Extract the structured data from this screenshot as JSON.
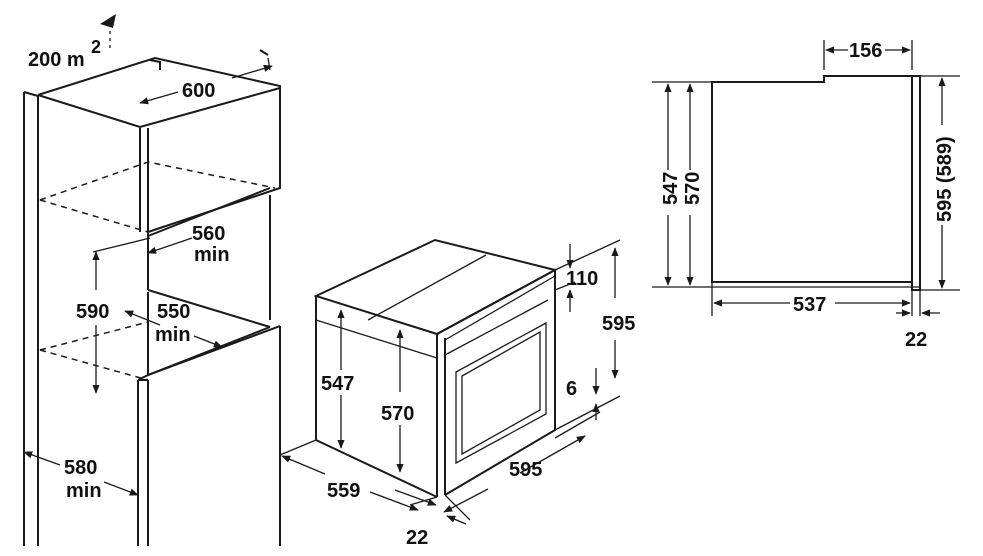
{
  "diagram": {
    "niche": {
      "area_value": "200 m",
      "area_sup": "2",
      "width_top": "600",
      "width_min_value": "560",
      "width_min_suffix": "min",
      "height": "590",
      "depth_min_value": "550",
      "depth_min_suffix": "min",
      "depth_cabinet_value": "580",
      "depth_cabinet_suffix": "min"
    },
    "oven_3d": {
      "height_inner": "547",
      "height_outer": "570",
      "height_total": "595",
      "top_offset": "110",
      "bottom_gap": "6",
      "depth": "559",
      "front_thickness": "22",
      "width": "595"
    },
    "side_view": {
      "height_inner": "547",
      "height_outer": "570",
      "top_width": "156",
      "total_height": "595 (589)",
      "depth": "537",
      "front_thickness": "22"
    },
    "colors": {
      "line": "#1a1a1a",
      "background": "#ffffff"
    }
  }
}
